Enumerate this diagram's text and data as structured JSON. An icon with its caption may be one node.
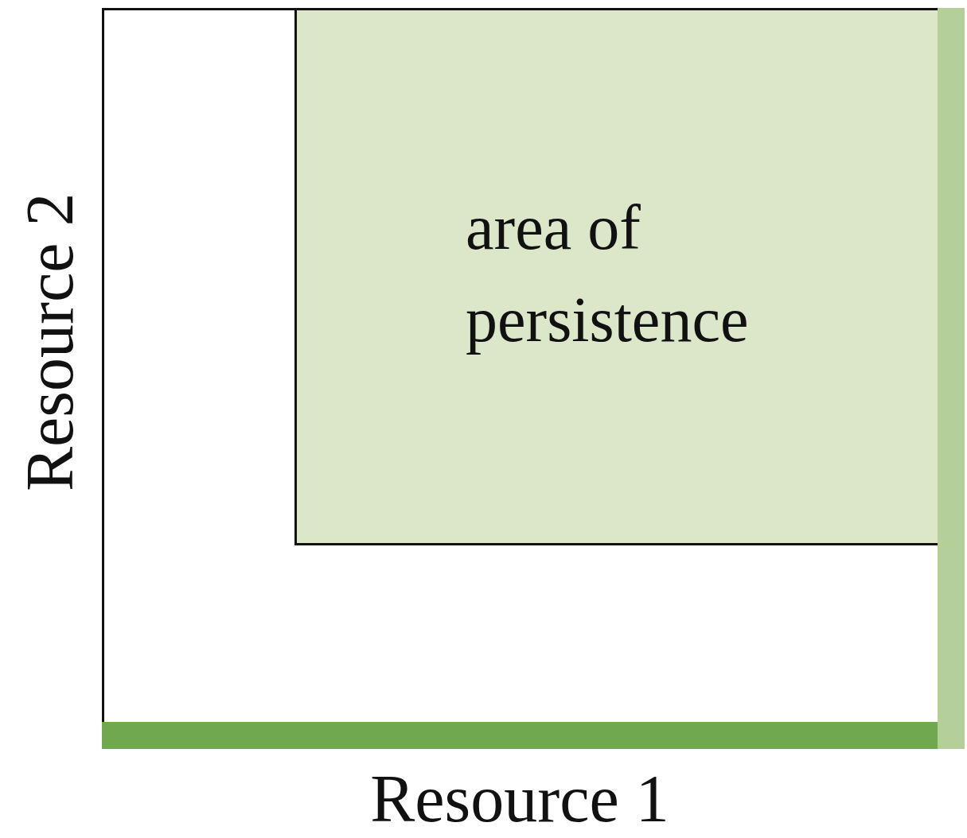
{
  "diagram": {
    "nodes": [
      {
        "text": [
          "area of persistence"
        ]
      }
    ],
    "labels": [
      "Resource 2",
      "Resource 1"
    ]
  }
}
